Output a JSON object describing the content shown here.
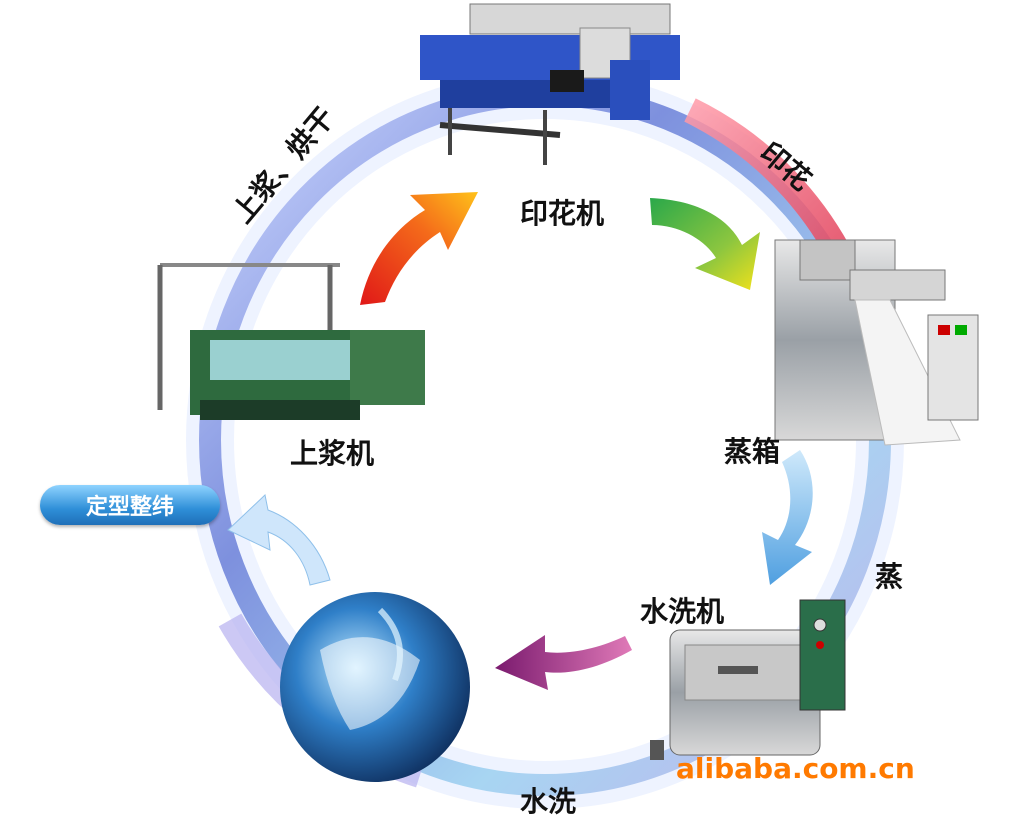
{
  "machines": {
    "printer": "印花机",
    "steamer": "蒸箱",
    "washer": "水洗机",
    "sizer": "上浆机"
  },
  "steps": {
    "printing": "印花",
    "steaming": "蒸",
    "washing": "水洗",
    "sizing_drying": "上浆、烘干"
  },
  "finishing_label": "定型整纬",
  "watermark": "alibaba.com.cn",
  "colors": {
    "ring_blue": "#6a7fd8",
    "ring_red": "#e0304a",
    "arrow_orange": "#f46a1a",
    "arrow_green": "#8cc63f",
    "arrow_blue": "#6fb7ea",
    "arrow_purple": "#a0267e",
    "watermark": "#ff7a00"
  }
}
